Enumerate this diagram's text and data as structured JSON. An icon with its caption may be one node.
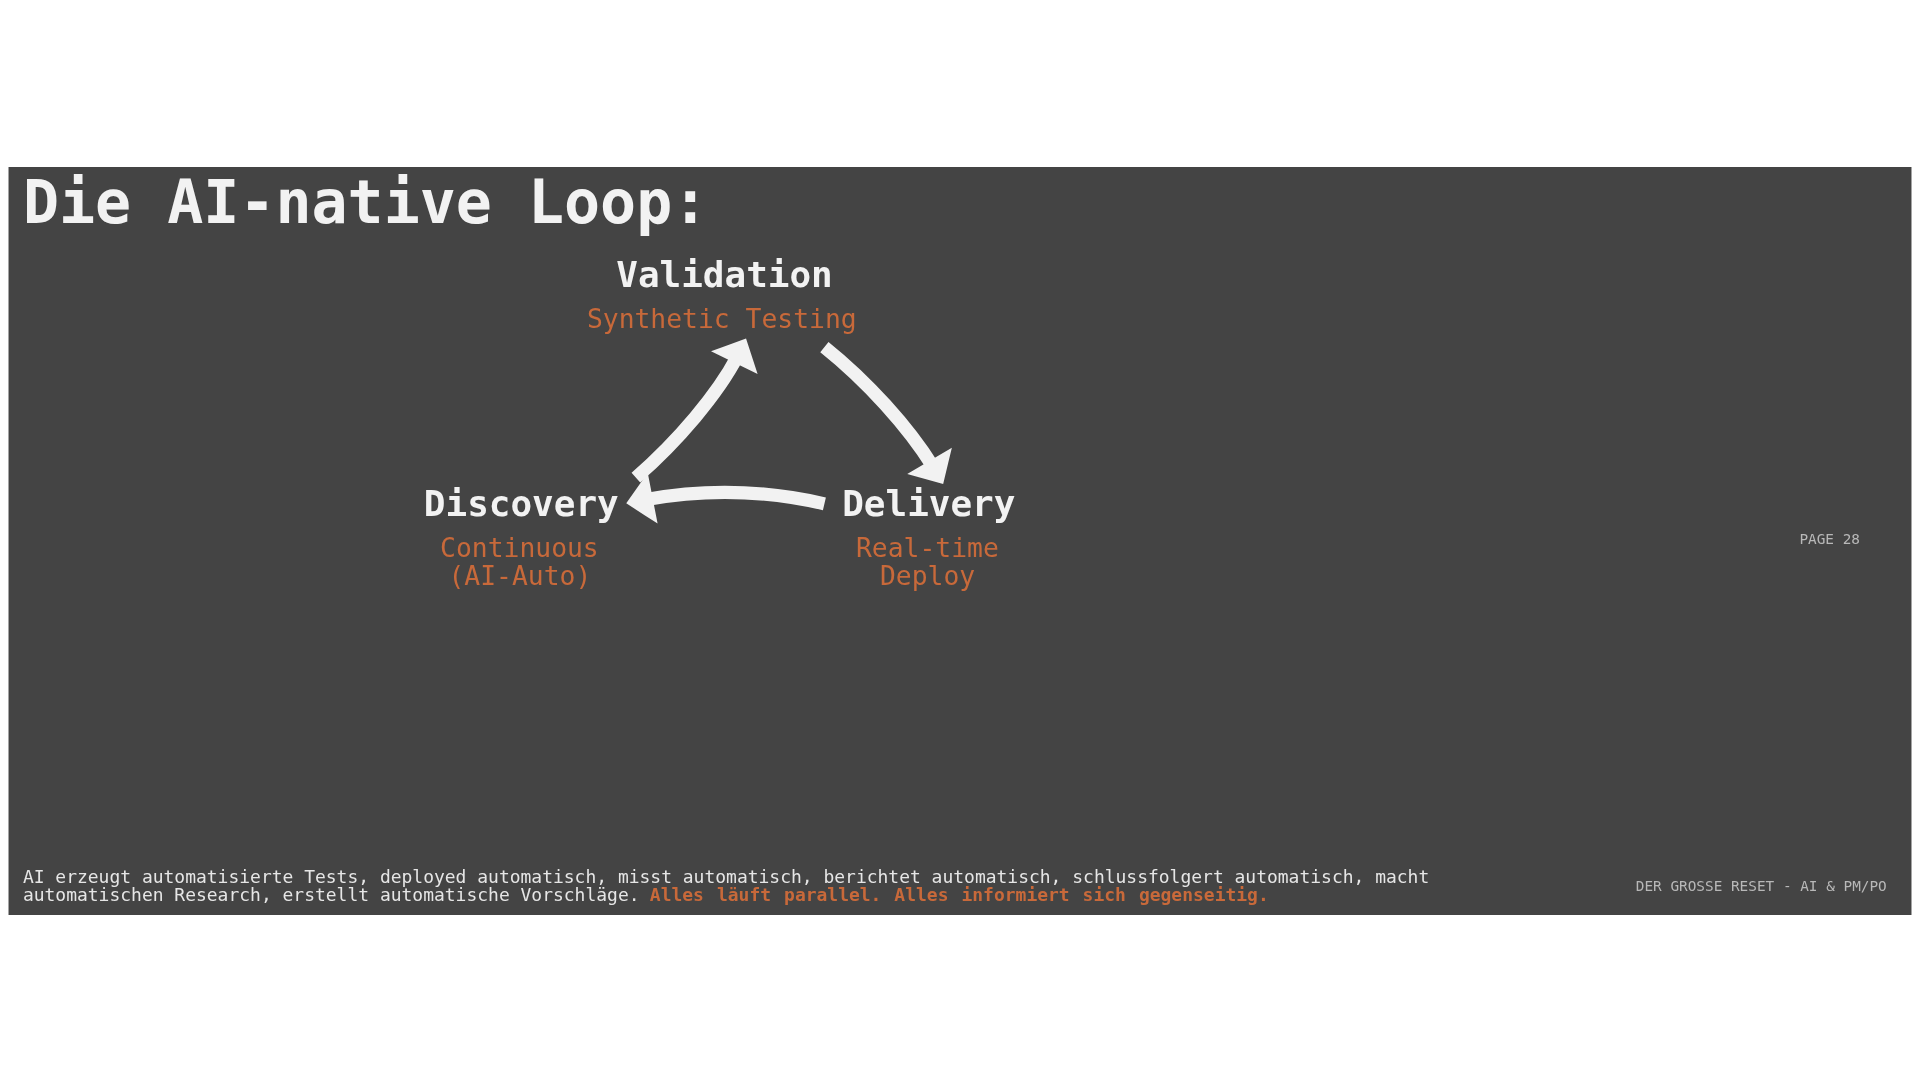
{
  "diagram": {
    "title": "Die AI-native Loop:",
    "caption": "AI erzeugt automatisierte Tests, deployed automatisch, misst automatisch, berichtet automatisch, schlussfolgert automatisch, macht automatischen Research, erstellt automatische Vorschläge. **Alles läuft parallel. Alles informiert sich gegenseitig.**",
    "nodes": [
      {
        "text": [
          "Validation",
          "Synthetic Testing"
        ]
      },
      {
        "text": [
          "Discovery",
          "Continuous (AI-Auto)"
        ]
      },
      {
        "text": [
          "Delivery",
          "Real-time Deploy"
        ]
      }
    ],
    "edges": [
      {
        "from": 1,
        "to": 0,
        "arrow": "to"
      },
      {
        "from": 0,
        "to": 2,
        "arrow": "to"
      },
      {
        "from": 2,
        "to": 1,
        "arrow": "to"
      }
    ],
    "labels": [
      "PAGE 28",
      "DER GROSSE RESET - AI & PM/PO"
    ]
  }
}
